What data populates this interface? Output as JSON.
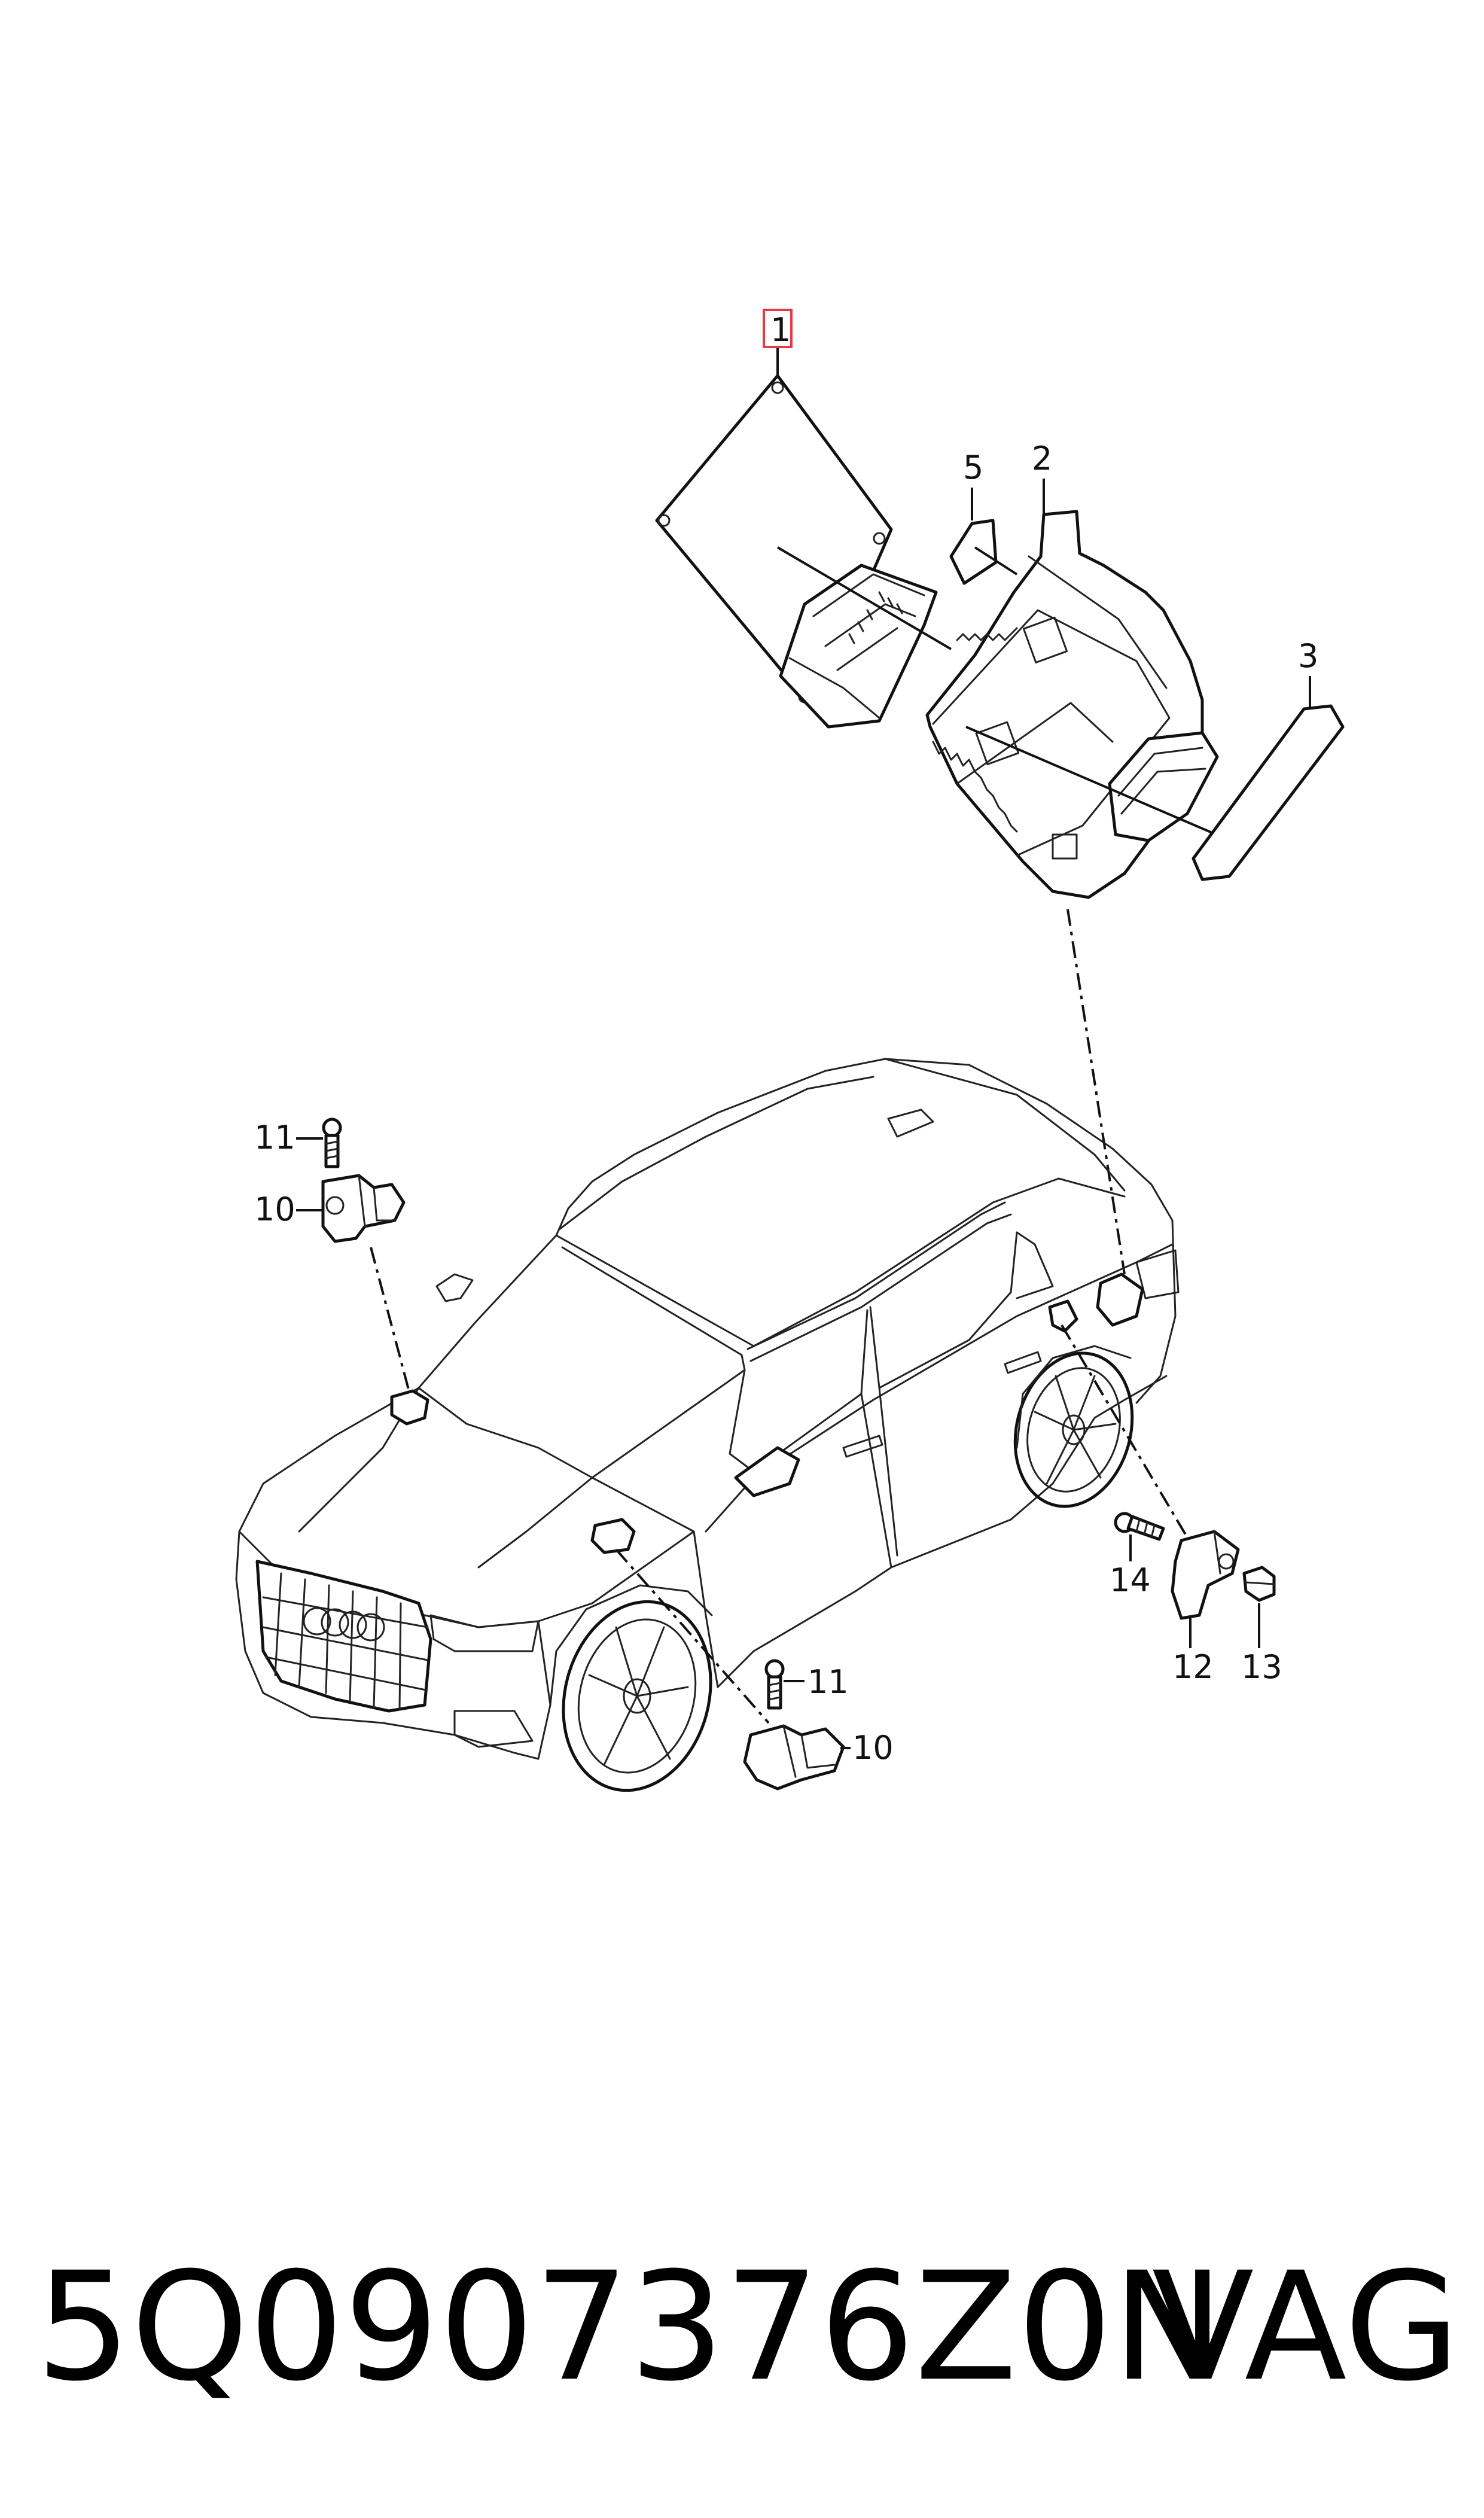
{
  "callouts": {
    "c1": "1",
    "c2": "2",
    "c3": "3",
    "c5": "5",
    "c10a": "10",
    "c11a": "11",
    "c10b": "10",
    "c11b": "11",
    "c12": "12",
    "c13": "13",
    "c14": "14"
  },
  "footer": {
    "part_number": "5Q0907376Z0N",
    "brand": "VAG"
  },
  "colors": {
    "highlight": "#e53945",
    "line": "#111111"
  }
}
